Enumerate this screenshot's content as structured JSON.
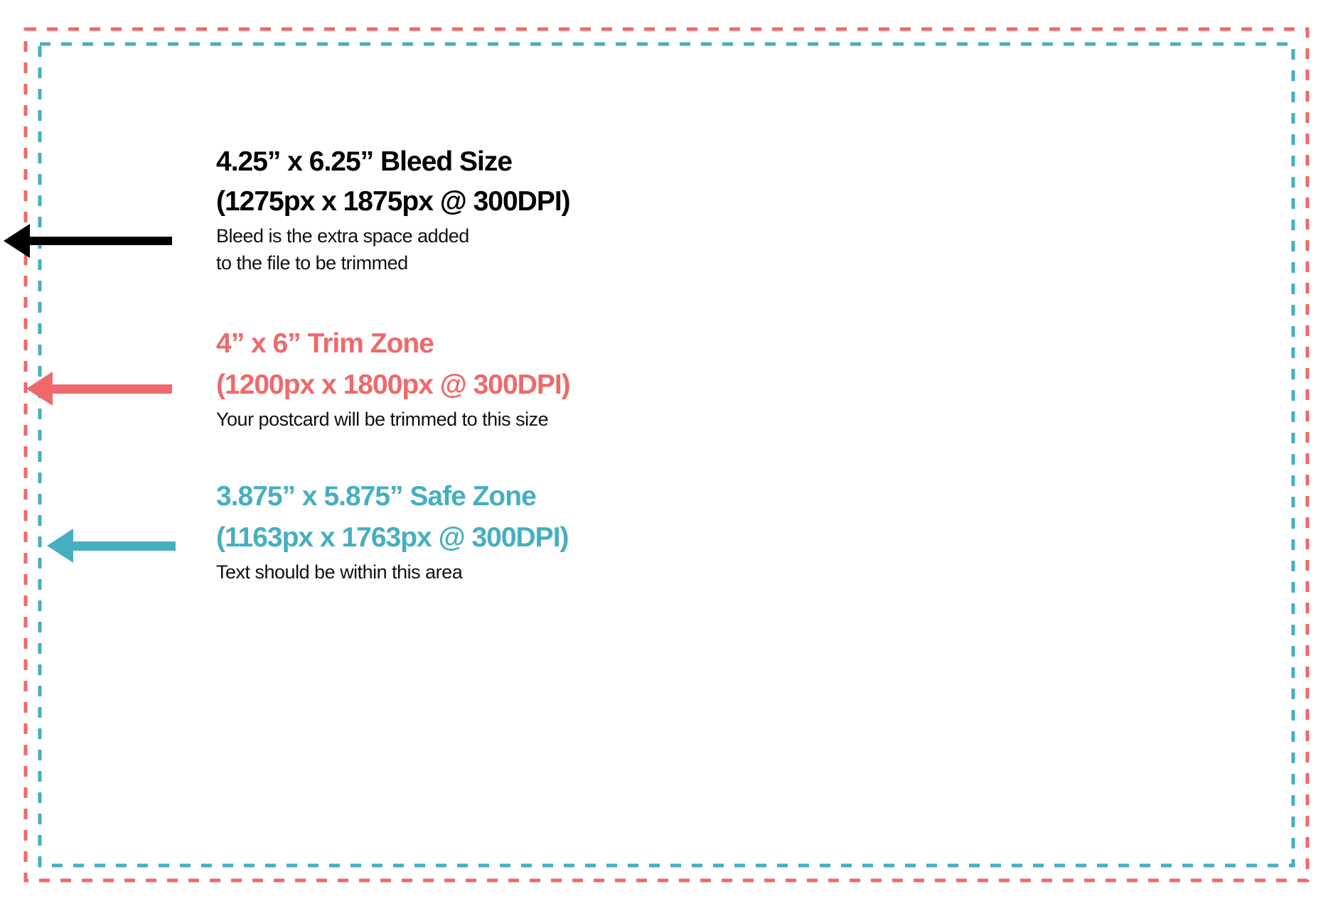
{
  "colors": {
    "bleed": "#000000",
    "trim": "#f0686b",
    "safe": "#45afc1"
  },
  "bleed": {
    "title": "4.25” x 6.25” Bleed Size",
    "pixels": "(1275px x 1875px @ 300DPI)",
    "desc_line1": "Bleed is the extra space added",
    "desc_line2": "to the file to be trimmed",
    "icon": "arrow-left-icon"
  },
  "trim": {
    "title": "4” x 6”  Trim Zone",
    "pixels": "(1200px x 1800px @ 300DPI)",
    "desc_line1": "Your postcard will be trimmed to this size",
    "icon": "arrow-left-icon"
  },
  "safe": {
    "title": "3.875” x 5.875” Safe Zone",
    "pixels": "(1163px x 1763px @ 300DPI)",
    "desc_line1": "Text should be within this area",
    "icon": "arrow-left-icon"
  }
}
